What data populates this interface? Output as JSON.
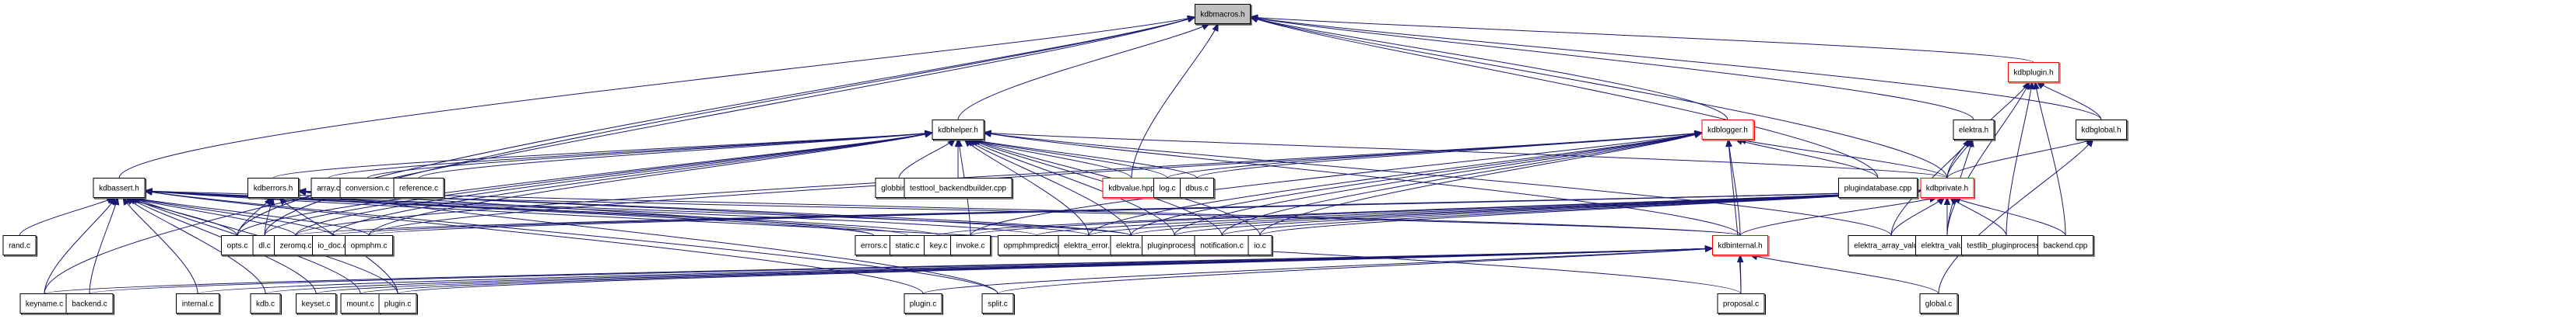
{
  "graph": {
    "title": "kdbmacros.h include dependency graph (included by)",
    "colors": {
      "edge": "#191970",
      "root_fill": "#bfbfbf",
      "truncated_border": "#ff0000",
      "node_border": "#000000"
    },
    "nodes": [
      {
        "id": "kdbmacros_h",
        "label": "kdbmacros.h",
        "kind": "root"
      },
      {
        "id": "kdbassert_h",
        "label": "kdbassert.h",
        "kind": "normal"
      },
      {
        "id": "kdbhelper_h",
        "label": "kdbhelper.h",
        "kind": "normal"
      },
      {
        "id": "kdberrors_h",
        "label": "kdberrors.h",
        "kind": "normal"
      },
      {
        "id": "kdblogger_h",
        "label": "kdblogger.h",
        "kind": "truncated"
      },
      {
        "id": "kdbplugin_h",
        "label": "kdbplugin.h",
        "kind": "truncated"
      },
      {
        "id": "elektra_h",
        "label": "elektra.h",
        "kind": "normal"
      },
      {
        "id": "kdbglobal_h",
        "label": "kdbglobal.h",
        "kind": "normal"
      },
      {
        "id": "kdbprivate_h",
        "label": "kdbprivate.h",
        "kind": "truncated"
      },
      {
        "id": "kdbinternal_h",
        "label": "kdbinternal.h",
        "kind": "truncated"
      },
      {
        "id": "kdbvalue_hpp",
        "label": "kdbvalue.hpp",
        "kind": "truncated"
      },
      {
        "id": "array_c",
        "label": "array.c",
        "kind": "normal"
      },
      {
        "id": "conversion_c",
        "label": "conversion.c",
        "kind": "normal"
      },
      {
        "id": "reference_c",
        "label": "reference.c",
        "kind": "normal"
      },
      {
        "id": "globbing_c",
        "label": "globbing.c",
        "kind": "normal"
      },
      {
        "id": "testtool_backendbuilder_cpp",
        "label": "testtool_backendbuilder.cpp",
        "kind": "normal"
      },
      {
        "id": "log_c",
        "label": "log.c",
        "kind": "normal"
      },
      {
        "id": "dbus_c",
        "label": "dbus.c",
        "kind": "normal"
      },
      {
        "id": "plugindatabase_cpp",
        "label": "plugindatabase.cpp",
        "kind": "normal"
      },
      {
        "id": "rand_c",
        "label": "rand.c",
        "kind": "normal"
      },
      {
        "id": "opts_c",
        "label": "opts.c",
        "kind": "normal"
      },
      {
        "id": "dl_c",
        "label": "dl.c",
        "kind": "normal"
      },
      {
        "id": "zeromq_c",
        "label": "zeromq.c",
        "kind": "normal"
      },
      {
        "id": "io_doc_c",
        "label": "io_doc.c",
        "kind": "normal"
      },
      {
        "id": "opmphm_c",
        "label": "opmphm.c",
        "kind": "normal"
      },
      {
        "id": "errors_c",
        "label": "errors.c",
        "kind": "normal"
      },
      {
        "id": "static_c",
        "label": "static.c",
        "kind": "normal"
      },
      {
        "id": "key_c",
        "label": "key.c",
        "kind": "normal"
      },
      {
        "id": "invoke_c",
        "label": "invoke.c",
        "kind": "normal"
      },
      {
        "id": "opmphmpredictor_c",
        "label": "opmphmpredictor.c",
        "kind": "normal"
      },
      {
        "id": "elektra_error_c",
        "label": "elektra_error.c",
        "kind": "normal"
      },
      {
        "id": "elektra_c",
        "label": "elektra.c",
        "kind": "normal"
      },
      {
        "id": "pluginprocess_c",
        "label": "pluginprocess.c",
        "kind": "normal"
      },
      {
        "id": "notification_c",
        "label": "notification.c",
        "kind": "normal"
      },
      {
        "id": "io_c",
        "label": "io.c",
        "kind": "normal"
      },
      {
        "id": "elektra_array_value_c",
        "label": "elektra_array_value.c",
        "kind": "normal"
      },
      {
        "id": "elektra_value_c",
        "label": "elektra_value.c",
        "kind": "normal"
      },
      {
        "id": "testlib_pluginprocess_c",
        "label": "testlib_pluginprocess.c",
        "kind": "normal"
      },
      {
        "id": "backend_cpp",
        "label": "backend.cpp",
        "kind": "normal"
      },
      {
        "id": "keyname_c",
        "label": "keyname.c",
        "kind": "normal"
      },
      {
        "id": "backend_c",
        "label": "backend.c",
        "kind": "normal"
      },
      {
        "id": "internal_c",
        "label": "internal.c",
        "kind": "normal"
      },
      {
        "id": "kdb_c",
        "label": "kdb.c",
        "kind": "normal"
      },
      {
        "id": "keyset_c",
        "label": "keyset.c",
        "kind": "normal"
      },
      {
        "id": "mount_c",
        "label": "mount.c",
        "kind": "normal"
      },
      {
        "id": "plugin_c_1",
        "label": "plugin.c",
        "kind": "normal"
      },
      {
        "id": "plugin_c_2",
        "label": "plugin.c",
        "kind": "normal"
      },
      {
        "id": "split_c",
        "label": "split.c",
        "kind": "normal"
      },
      {
        "id": "proposal_c",
        "label": "proposal.c",
        "kind": "normal"
      },
      {
        "id": "global_c",
        "label": "global.c",
        "kind": "normal"
      }
    ],
    "edges": [
      [
        "kdbassert_h",
        "kdbmacros_h"
      ],
      [
        "kdbhelper_h",
        "kdbmacros_h"
      ],
      [
        "kdblogger_h",
        "kdbmacros_h"
      ],
      [
        "kdbplugin_h",
        "kdbmacros_h"
      ],
      [
        "elektra_h",
        "kdbmacros_h"
      ],
      [
        "kdbglobal_h",
        "kdbmacros_h"
      ],
      [
        "kdbprivate_h",
        "kdbmacros_h"
      ],
      [
        "kdbvalue_hpp",
        "kdbmacros_h"
      ],
      [
        "plugindatabase_cpp",
        "kdbmacros_h"
      ],
      [
        "opts_c",
        "kdbmacros_h"
      ],
      [
        "dl_c",
        "kdbmacros_h"
      ],
      [
        "keyname_c",
        "kdbmacros_h"
      ],
      [
        "kdberrors_h",
        "kdbhelper_h"
      ],
      [
        "array_c",
        "kdbhelper_h"
      ],
      [
        "conversion_c",
        "kdbhelper_h"
      ],
      [
        "reference_c",
        "kdbhelper_h"
      ],
      [
        "globbing_c",
        "kdbhelper_h"
      ],
      [
        "testtool_backendbuilder_cpp",
        "kdbhelper_h"
      ],
      [
        "kdbvalue_hpp",
        "kdbhelper_h"
      ],
      [
        "log_c",
        "kdbhelper_h"
      ],
      [
        "dbus_c",
        "kdbhelper_h"
      ],
      [
        "kdbprivate_h",
        "kdbhelper_h"
      ],
      [
        "opts_c",
        "kdbhelper_h"
      ],
      [
        "dl_c",
        "kdbhelper_h"
      ],
      [
        "zeromq_c",
        "kdbhelper_h"
      ],
      [
        "io_doc_c",
        "kdbhelper_h"
      ],
      [
        "opmphm_c",
        "kdbhelper_h"
      ],
      [
        "invoke_c",
        "kdbhelper_h"
      ],
      [
        "elektra_error_c",
        "kdbhelper_h"
      ],
      [
        "elektra_c",
        "kdbhelper_h"
      ],
      [
        "pluginprocess_c",
        "kdbhelper_h"
      ],
      [
        "notification_c",
        "kdbhelper_h"
      ],
      [
        "io_c",
        "kdbhelper_h"
      ],
      [
        "elektra_array_value_c",
        "kdbhelper_h"
      ],
      [
        "kdbinternal_h",
        "kdbhelper_h"
      ],
      [
        "rand_c",
        "kdbassert_h"
      ],
      [
        "keyname_c",
        "kdbassert_h"
      ],
      [
        "backend_c",
        "kdbassert_h"
      ],
      [
        "internal_c",
        "kdbassert_h"
      ],
      [
        "kdb_c",
        "kdbassert_h"
      ],
      [
        "keyset_c",
        "kdbassert_h"
      ],
      [
        "mount_c",
        "kdbassert_h"
      ],
      [
        "plugin_c_1",
        "kdbassert_h"
      ],
      [
        "plugin_c_2",
        "kdbassert_h"
      ],
      [
        "split_c",
        "kdbassert_h"
      ],
      [
        "proposal_c",
        "kdbassert_h"
      ],
      [
        "opts_c",
        "kdbassert_h"
      ],
      [
        "zeromq_c",
        "kdbassert_h"
      ],
      [
        "io_doc_c",
        "kdbassert_h"
      ],
      [
        "opmphm_c",
        "kdbassert_h"
      ],
      [
        "errors_c",
        "kdbassert_h"
      ],
      [
        "static_c",
        "kdbassert_h"
      ],
      [
        "key_c",
        "kdbassert_h"
      ],
      [
        "opmphmpredictor_c",
        "kdbassert_h"
      ],
      [
        "elektra_c",
        "kdbassert_h"
      ],
      [
        "kdbinternal_h",
        "kdbassert_h"
      ],
      [
        "opts_c",
        "kdberrors_h"
      ],
      [
        "dl_c",
        "kdberrors_h"
      ],
      [
        "errors_c",
        "kdberrors_h"
      ],
      [
        "elektra_error_c",
        "kdberrors_h"
      ],
      [
        "plugin_c_1",
        "kdberrors_h"
      ],
      [
        "split_c",
        "kdberrors_h"
      ],
      [
        "kdbinternal_h",
        "kdberrors_h"
      ],
      [
        "elektra_c",
        "kdberrors_h"
      ],
      [
        "log_c",
        "kdblogger_h"
      ],
      [
        "dbus_c",
        "kdblogger_h"
      ],
      [
        "plugindatabase_cpp",
        "kdblogger_h"
      ],
      [
        "kdbprivate_h",
        "kdblogger_h"
      ],
      [
        "zeromq_c",
        "kdblogger_h"
      ],
      [
        "opmphm_c",
        "kdblogger_h"
      ],
      [
        "invoke_c",
        "kdblogger_h"
      ],
      [
        "elektra_c",
        "kdblogger_h"
      ],
      [
        "pluginprocess_c",
        "kdblogger_h"
      ],
      [
        "notification_c",
        "kdblogger_h"
      ],
      [
        "io_c",
        "kdblogger_h"
      ],
      [
        "kdbinternal_h",
        "kdblogger_h"
      ],
      [
        "proposal_c",
        "kdblogger_h"
      ],
      [
        "elektra_error_c",
        "kdblogger_h"
      ],
      [
        "kdbprivate_h",
        "kdbplugin_h"
      ],
      [
        "elektra_value_c",
        "kdbplugin_h"
      ],
      [
        "testlib_pluginprocess_c",
        "kdbplugin_h"
      ],
      [
        "backend_cpp",
        "kdbplugin_h"
      ],
      [
        "kdbglobal_h",
        "kdbplugin_h"
      ],
      [
        "kdbprivate_h",
        "elektra_h"
      ],
      [
        "elektra_array_value_c",
        "elektra_h"
      ],
      [
        "elektra_value_c",
        "elektra_h"
      ],
      [
        "kdbprivate_h",
        "kdbglobal_h"
      ],
      [
        "global_c",
        "kdbglobal_h"
      ],
      [
        "elektra_array_value_c",
        "kdbprivate_h"
      ],
      [
        "elektra_value_c",
        "kdbprivate_h"
      ],
      [
        "testlib_pluginprocess_c",
        "kdbprivate_h"
      ],
      [
        "backend_cpp",
        "kdbprivate_h"
      ],
      [
        "kdbinternal_h",
        "kdbprivate_h"
      ],
      [
        "io_c",
        "kdbprivate_h"
      ],
      [
        "notification_c",
        "kdbprivate_h"
      ],
      [
        "pluginprocess_c",
        "kdbprivate_h"
      ],
      [
        "elektra_c",
        "kdbprivate_h"
      ],
      [
        "elektra_error_c",
        "kdbprivate_h"
      ],
      [
        "opmphmpredictor_c",
        "kdbprivate_h"
      ],
      [
        "invoke_c",
        "kdbprivate_h"
      ],
      [
        "key_c",
        "kdbprivate_h"
      ],
      [
        "opmphm_c",
        "kdbprivate_h"
      ],
      [
        "io_doc_c",
        "kdbprivate_h"
      ],
      [
        "zeromq_c",
        "kdbprivate_h"
      ],
      [
        "proposal_c",
        "kdbinternal_h"
      ],
      [
        "global_c",
        "kdbinternal_h"
      ],
      [
        "keyname_c",
        "kdbinternal_h"
      ],
      [
        "backend_c",
        "kdbinternal_h"
      ],
      [
        "internal_c",
        "kdbinternal_h"
      ],
      [
        "kdb_c",
        "kdbinternal_h"
      ],
      [
        "keyset_c",
        "kdbinternal_h"
      ],
      [
        "mount_c",
        "kdbinternal_h"
      ],
      [
        "plugin_c_1",
        "kdbinternal_h"
      ],
      [
        "plugin_c_2",
        "kdbinternal_h"
      ],
      [
        "split_c",
        "kdbinternal_h"
      ]
    ]
  }
}
